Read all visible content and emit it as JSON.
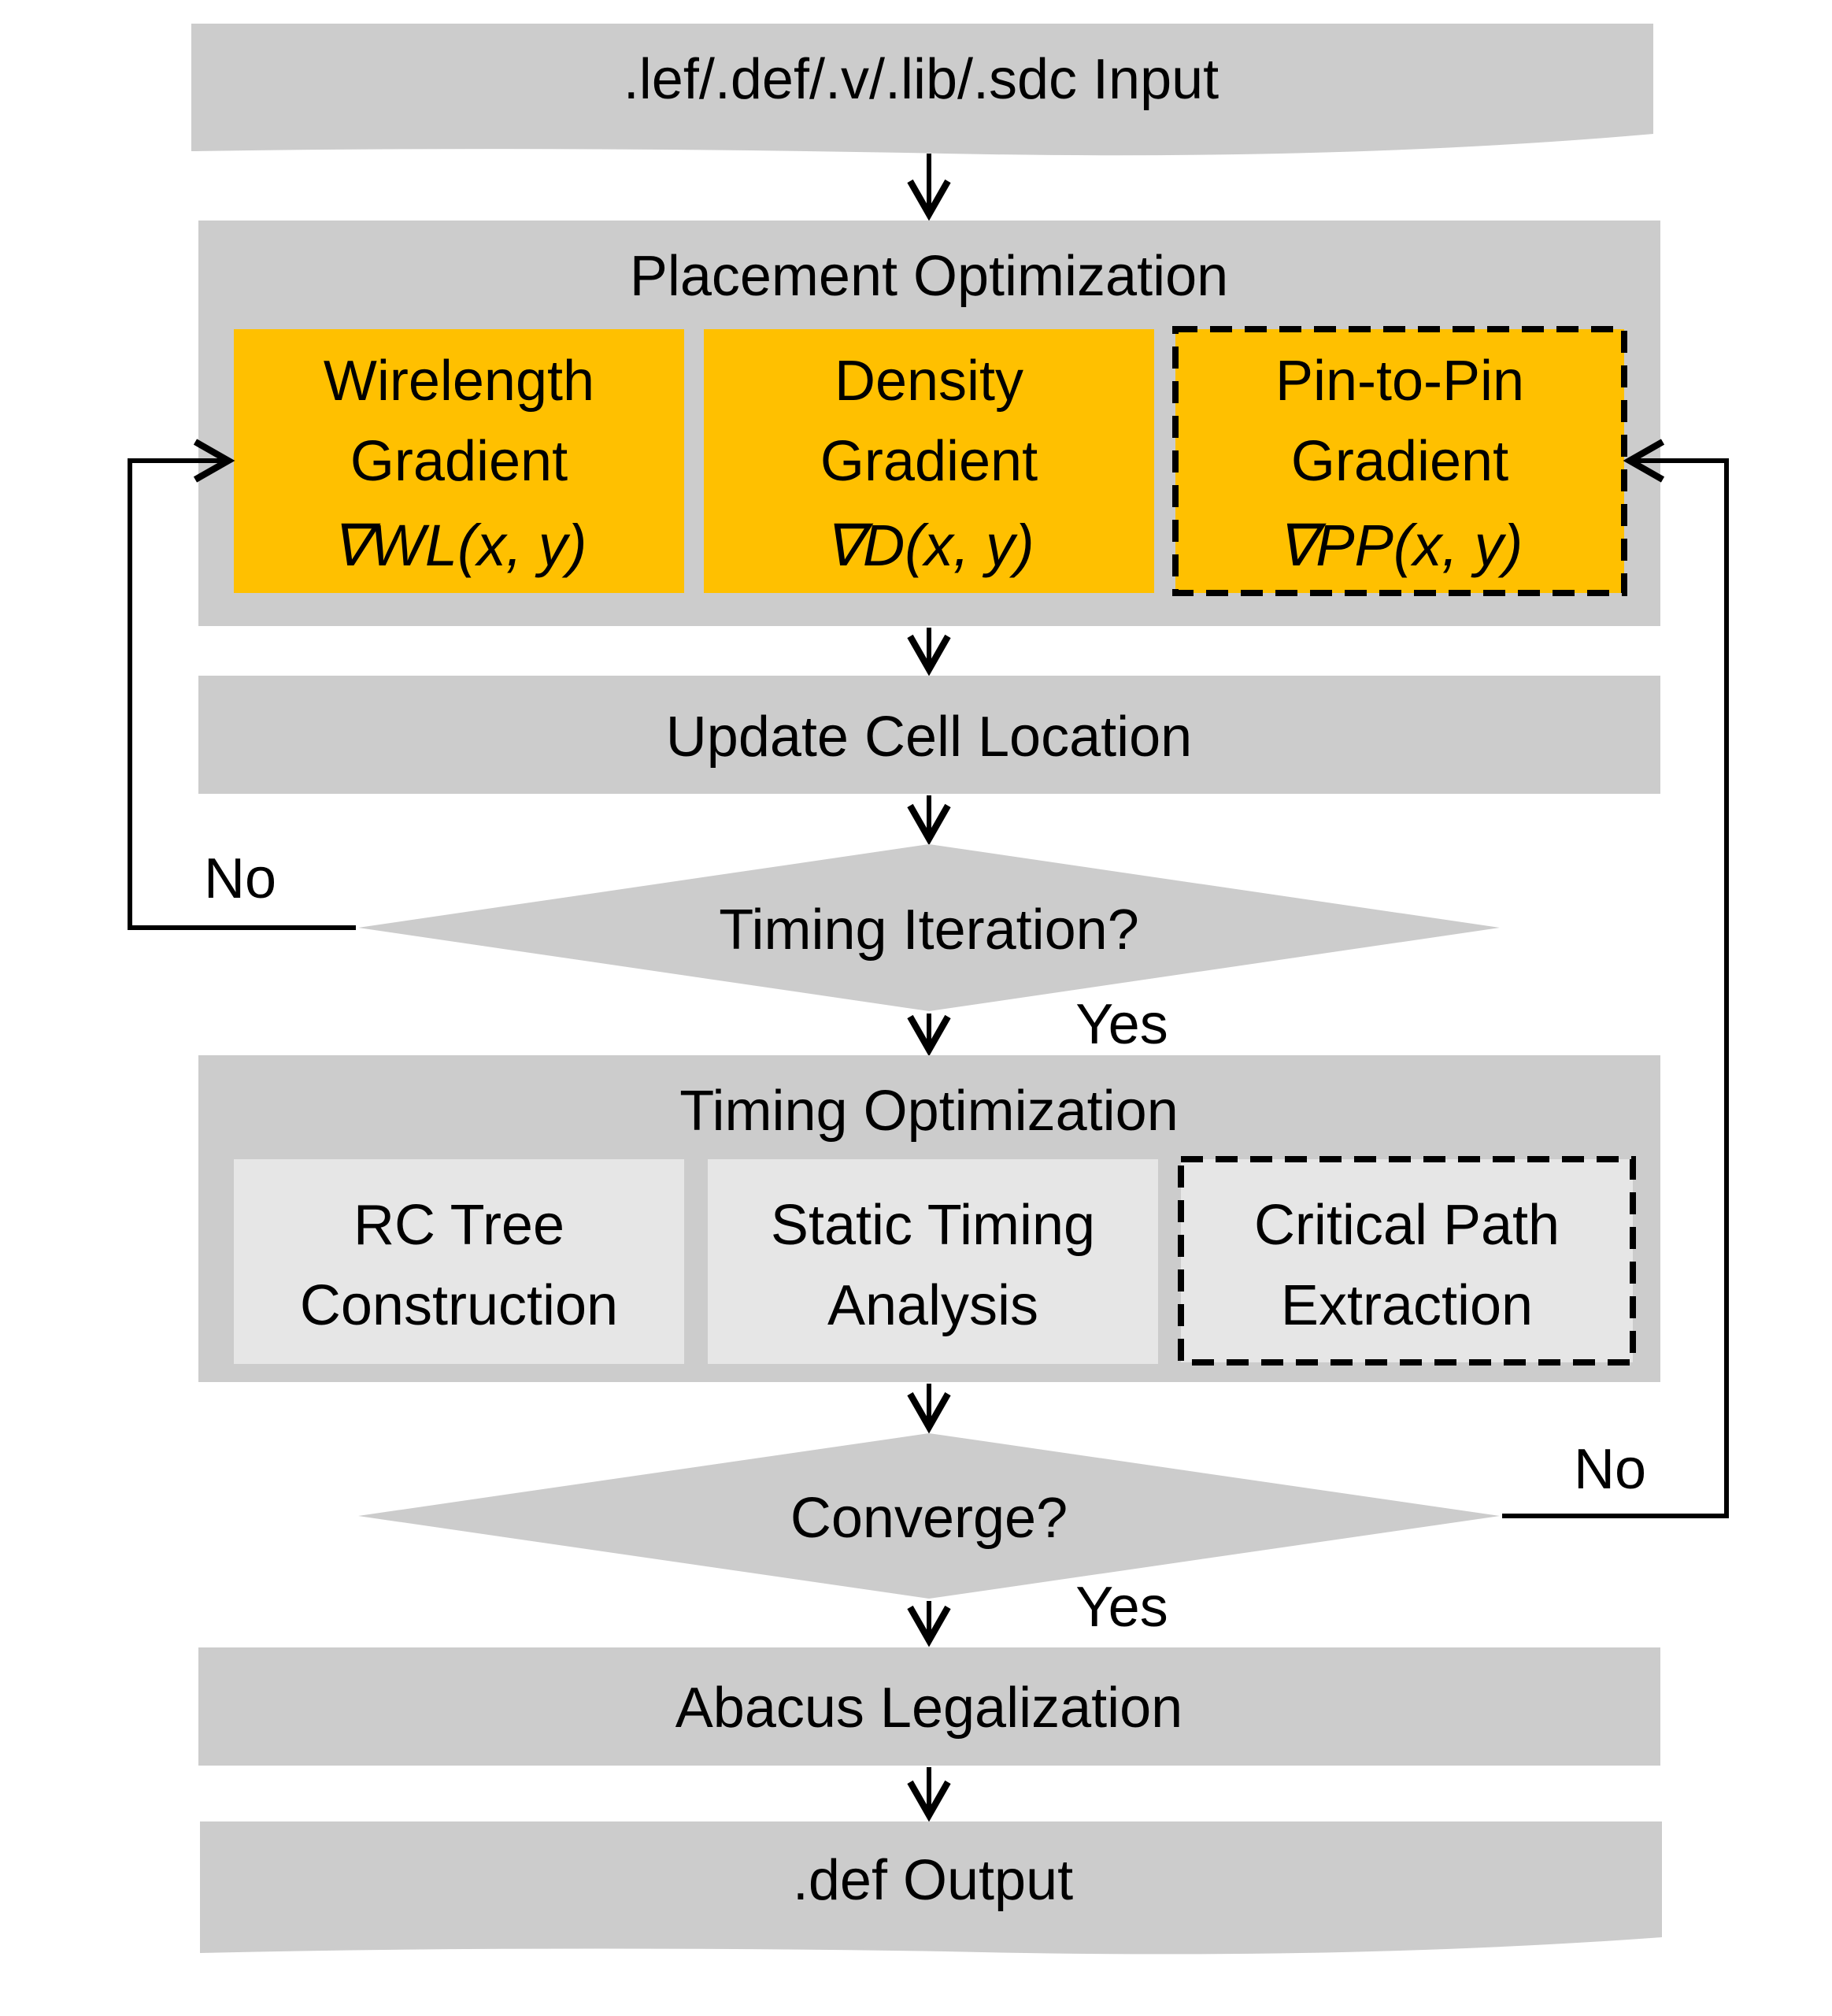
{
  "colors": {
    "box_gray": "#cccccc",
    "inner_light": "#e6e6e6",
    "accent_orange": "#ffc000",
    "line": "#000000"
  },
  "input": {
    "label": ".lef/.def/.v/.lib/.sdc Input"
  },
  "placement": {
    "title": "Placement Optimization",
    "wirelength": {
      "line1": "Wirelength",
      "line2": "Gradient",
      "formula": "∇WL(x, y)"
    },
    "density": {
      "line1": "Density",
      "line2": "Gradient",
      "formula": "∇D(x, y)"
    },
    "pin_to_pin": {
      "line1": "Pin-to-Pin",
      "line2": "Gradient",
      "formula": "∇PP(x, y)"
    }
  },
  "update": {
    "label": "Update Cell Location"
  },
  "timing_iteration": {
    "label": "Timing Iteration?",
    "no_label": "No",
    "yes_label": "Yes"
  },
  "timing": {
    "title": "Timing Optimization",
    "rc_tree": {
      "line1": "RC Tree",
      "line2": "Construction"
    },
    "sta": {
      "line1": "Static Timing",
      "line2": "Analysis"
    },
    "critical_path": {
      "line1": "Critical Path",
      "line2": "Extraction"
    }
  },
  "converge": {
    "label": "Converge?",
    "no_label": "No",
    "yes_label": "Yes"
  },
  "legalization": {
    "label": "Abacus Legalization"
  },
  "output": {
    "label": ".def Output"
  }
}
